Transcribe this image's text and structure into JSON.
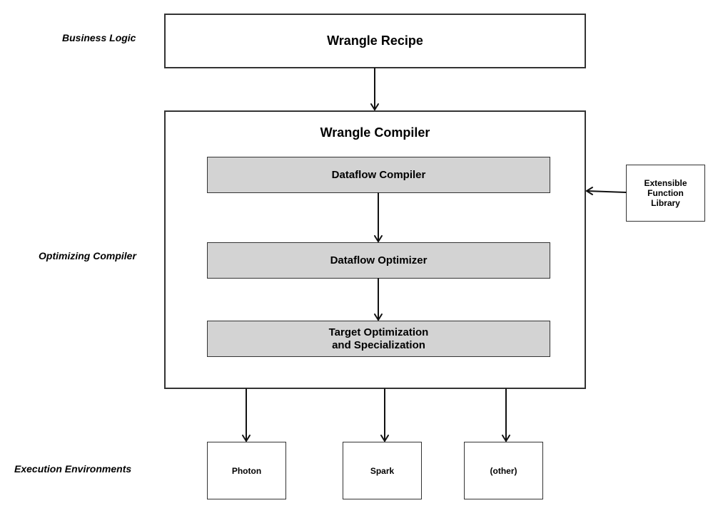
{
  "layers": {
    "business": "Business Logic",
    "optimizing": "Optimizing Compiler",
    "execution": "Execution Environments"
  },
  "recipe": {
    "label": "Wrangle Recipe"
  },
  "compiler": {
    "title": "Wrangle Compiler",
    "stages": [
      {
        "line1": "Dataflow Compiler",
        "line2": ""
      },
      {
        "line1": "Dataflow Optimizer",
        "line2": ""
      },
      {
        "line1": "Target Optimization",
        "line2": "and Specialization"
      }
    ]
  },
  "library": {
    "line1": "Extensible",
    "line2": "Function",
    "line3": "Library"
  },
  "targets": [
    "Photon",
    "Spark",
    "(other)"
  ]
}
